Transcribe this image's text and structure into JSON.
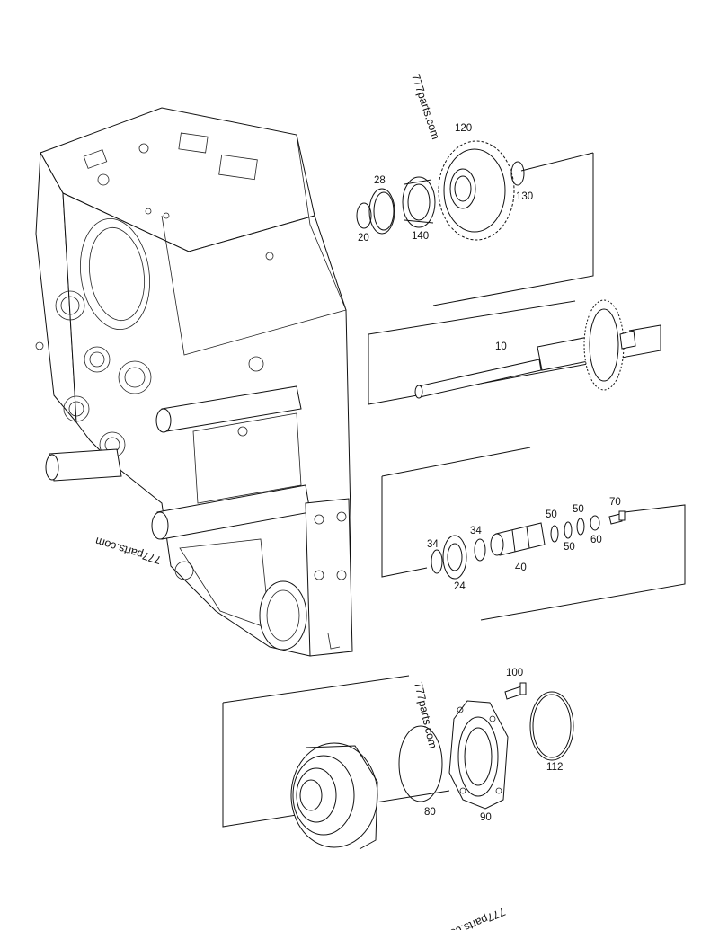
{
  "diagram": {
    "watermark": "777parts.com",
    "part_labels": {
      "p120": "120",
      "p28": "28",
      "p130": "130",
      "p20": "20",
      "p140": "140",
      "p10": "10",
      "p70": "70",
      "p50a": "50",
      "p50b": "50",
      "p34a": "34",
      "p34b": "34",
      "p50c": "50",
      "p60": "60",
      "p40": "40",
      "p24": "24",
      "p100": "100",
      "p112": "112",
      "p80": "80",
      "p90": "90"
    }
  }
}
